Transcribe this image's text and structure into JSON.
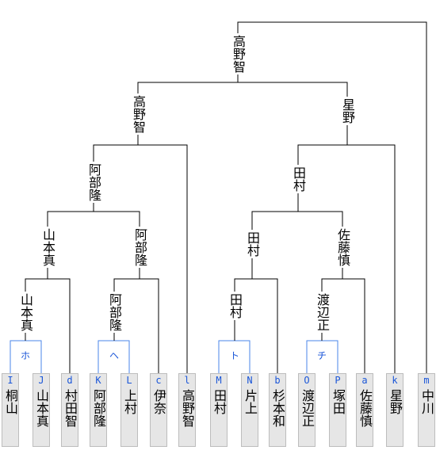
{
  "players": [
    {
      "letter": "I",
      "name": "桐山"
    },
    {
      "letter": "J",
      "name": "山本真"
    },
    {
      "letter": "d",
      "name": "村田智"
    },
    {
      "letter": "K",
      "name": "阿部隆"
    },
    {
      "letter": "L",
      "name": "上村"
    },
    {
      "letter": "c",
      "name": "伊奈"
    },
    {
      "letter": "l",
      "name": "高野智"
    },
    {
      "letter": "M",
      "name": "田村"
    },
    {
      "letter": "N",
      "name": "片上"
    },
    {
      "letter": "b",
      "name": "杉本和"
    },
    {
      "letter": "O",
      "name": "渡辺正"
    },
    {
      "letter": "P",
      "name": "塚田"
    },
    {
      "letter": "a",
      "name": "佐藤慎"
    },
    {
      "letter": "k",
      "name": "星野"
    },
    {
      "letter": "m",
      "name": "中川"
    }
  ],
  "marks": {
    "ho": "ホ",
    "he": "ヘ",
    "to": "ト",
    "chi": "チ"
  },
  "winners": {
    "r1_ho": "山本真",
    "r1_he": "阿部隆",
    "r1_to": "田村",
    "r1_chi": "渡辺正",
    "r2_a": "山本真",
    "r2_b": "阿部隆",
    "r2_c": "田村",
    "r2_d": "佐藤慎",
    "r3_left": "阿部隆",
    "r3_right": "田村",
    "semi_left": "高野智",
    "semi_right": "星野",
    "champion": "高野智"
  }
}
